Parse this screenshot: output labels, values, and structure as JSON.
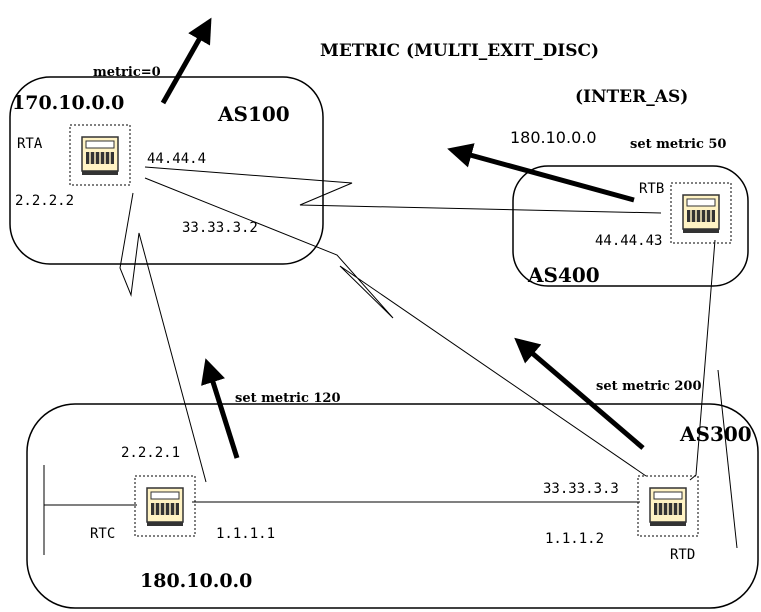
{
  "title": "METRIC (MULTI_EXIT_DISC)",
  "subtitle": "(INTER_AS)",
  "autonomous_systems": {
    "as100": {
      "label": "AS100",
      "network": "170.10.0.0"
    },
    "as400": {
      "label": "AS400",
      "network": "180.10.0.0"
    },
    "as300": {
      "label": "AS300",
      "network": "180.10.0.0"
    }
  },
  "routers": {
    "rta": {
      "name": "RTA",
      "ip_a": "44.44.4",
      "ip_b": "2.2.2.2",
      "ip_c": "33.33.3.2"
    },
    "rtb": {
      "name": "RTB",
      "ip": "44.44.43"
    },
    "rtc": {
      "name": "RTC",
      "ip_up": "2.2.2.1",
      "ip_right": "1.1.1.1"
    },
    "rtd": {
      "name": "RTD",
      "ip_up": "33.33.3.3",
      "ip_left": "1.1.1.2"
    }
  },
  "metrics": {
    "out": "metric=0",
    "rtb": "set metric 50",
    "rtc": "set metric 120",
    "rtd": "set metric 200"
  },
  "colors": {
    "line": "#000000",
    "router_fill": "#fff3c4",
    "router_dark": "#333333"
  }
}
